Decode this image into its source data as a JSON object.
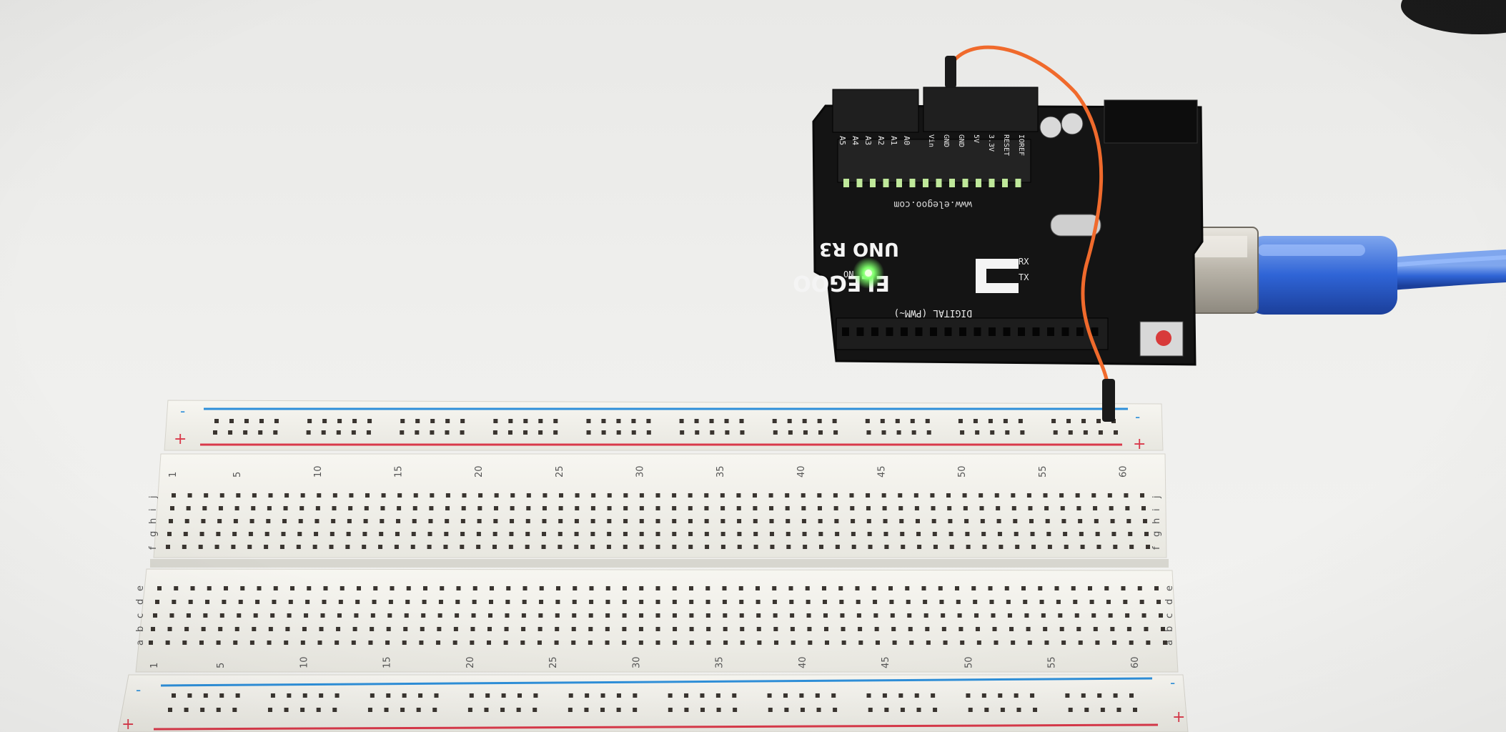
{
  "photo": {
    "subject": "Arduino-compatible board wired to a solderless breadboard"
  },
  "board": {
    "brand": "ELEGOO",
    "model": "UNO R3",
    "url": "www.elegoo.com",
    "digital_label": "DIGITAL (PWM~)",
    "on_label": "ON",
    "tx_label": "TX",
    "rx_label": "RX",
    "pin_labels_analog": [
      "A5",
      "A4",
      "A3",
      "A2",
      "A1",
      "A0"
    ],
    "pin_labels_power": [
      "Vin",
      "GND",
      "GND",
      "5V",
      "3.3V",
      "RESET",
      "IOREF"
    ],
    "led_on_color": "#7dff6a"
  },
  "jumper_wire": {
    "color": "#f06a2c"
  },
  "usb_cable": {
    "color": "#2f64d6"
  },
  "breadboard": {
    "rail_minus": "-",
    "rail_plus": "+",
    "rail_blue": "#2e8fd9",
    "rail_red": "#d9394a",
    "row_letters_top": [
      "j",
      "i",
      "h",
      "g",
      "f"
    ],
    "row_letters_bottom": [
      "e",
      "d",
      "c",
      "b",
      "a"
    ],
    "column_numbers": [
      "1",
      "5",
      "10",
      "15",
      "20",
      "25",
      "30",
      "35",
      "40",
      "45",
      "50",
      "55",
      "60"
    ]
  }
}
